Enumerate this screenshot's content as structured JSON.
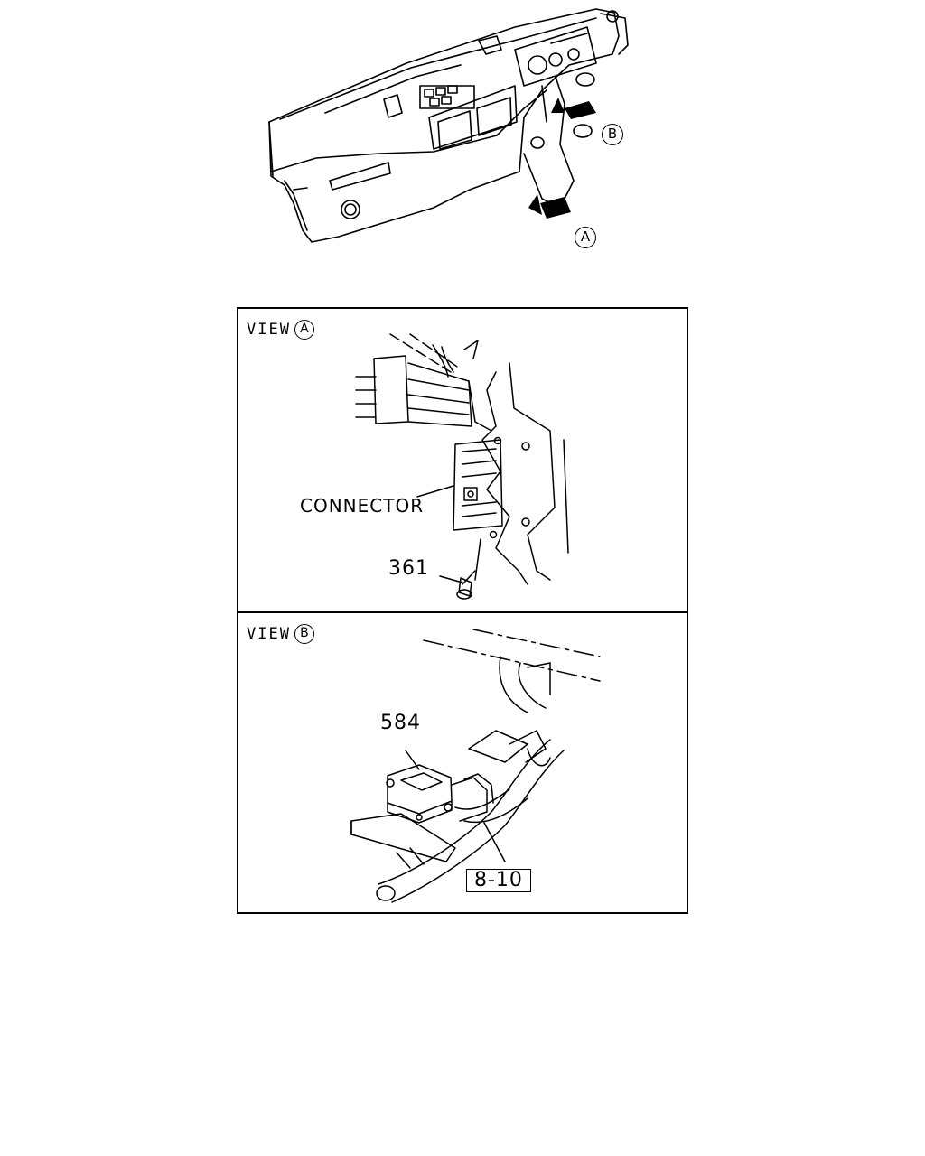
{
  "overview": {
    "callout_a": "A",
    "callout_b": "B"
  },
  "view_a": {
    "title_prefix": "VIEW",
    "title_letter": "A",
    "connector_label": "CONNECTOR",
    "part_361": "361"
  },
  "view_b": {
    "title_prefix": "VIEW",
    "title_letter": "B",
    "part_584": "584",
    "ref_label": "8-10"
  }
}
